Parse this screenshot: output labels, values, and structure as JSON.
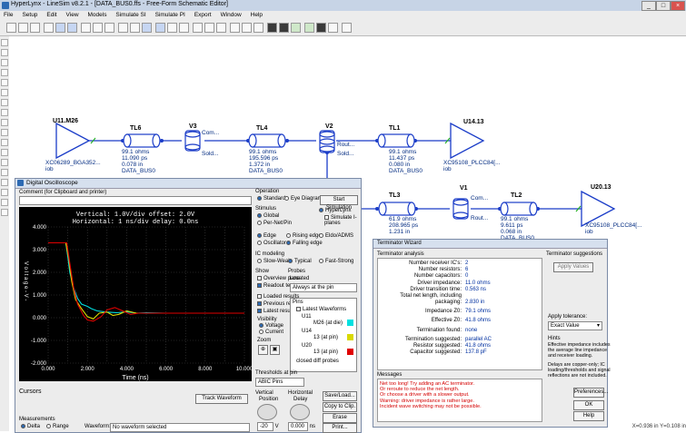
{
  "window": {
    "title": "HyperLynx - LineSim v8.2.1 - [DATA_BUS0.ffs - Free-Form Schematic Editor]",
    "min": "_",
    "max": "□",
    "close": "×"
  },
  "menu": [
    "File",
    "Setup",
    "Edit",
    "View",
    "Models",
    "Simulate SI",
    "Simulate PI",
    "Export",
    "Window",
    "Help"
  ],
  "schematic": {
    "components": [
      {
        "ref": "U11.M26",
        "model": "XC06289_BGA352...",
        "pkg": "iob"
      },
      {
        "ref": "U14.13",
        "model": "XC95108_PLCC84[...",
        "pkg": "iob"
      },
      {
        "ref": "U20.13",
        "model": "XC95108_PLCC84[...",
        "pkg": "iob"
      }
    ],
    "lines": [
      {
        "ref": "TL6",
        "z": "99.1 ohms",
        "delay": "11.090 ps",
        "len": "0.078 in",
        "net": "DATA_BUS0"
      },
      {
        "ref": "TL4",
        "z": "99.1 ohms",
        "delay": "195.596 ps",
        "len": "1.372 in",
        "net": "DATA_BUS0"
      },
      {
        "ref": "TL1",
        "z": "99.1 ohms",
        "delay": "11.437 ps",
        "len": "0.080 in",
        "net": "DATA_BUS0"
      },
      {
        "ref": "TL3",
        "z": "61.9 ohms",
        "delay": "208.965 ps",
        "len": "1.231 in",
        "net": "DATA_BUS0"
      },
      {
        "ref": "TL2",
        "z": "99.1 ohms",
        "delay": "9.611 ps",
        "len": "0.068 in",
        "net": "DATA_BUS0"
      }
    ],
    "vias": [
      {
        "ref": "V3",
        "a": "Com...",
        "b": "Sold..."
      },
      {
        "ref": "V2",
        "a": "Rout...",
        "b": "Sold..."
      },
      {
        "ref": "V1",
        "a": "Com...",
        "b": "Rout..."
      }
    ]
  },
  "scope": {
    "title": "Digital Oscilloscope",
    "comment_label": "Comment (for Clipboard and printer)",
    "header1": "Vertical: 1.0V/div  offset: 2.0V",
    "header2": "Horizontal: 1 ns/div  delay: 0.0ns",
    "ylabel": "V o l t a g e - V -",
    "xlabel": "Time (ns)",
    "operation_label": "Operation",
    "op_standard": "Standard",
    "op_eye": "Eye Diagram",
    "start_sim": "Start Simulation",
    "stimulus_label": "Stimulus",
    "global": "Global",
    "pernet": "Per-Net/Pin",
    "hyperlynx": "HyperLynx",
    "simulate_ipn": "Simulate I-planes",
    "edge": "Edge",
    "oscillator": "Oscillator",
    "rising": "Rising edge",
    "falling": "Falling edge",
    "eldo": "Eldo/ADMS",
    "ic_label": "IC modeling",
    "slow": "Slow-Weak",
    "typical": "Typical",
    "fast": "Fast-Strong",
    "show_label": "Show",
    "overview": "Overview pane",
    "readout": "Readout text",
    "probes_label": "Probes",
    "located": "Located",
    "located_val": "Always at the pin",
    "loaded": "Loaded results",
    "previous": "Previous results",
    "latest": "Latest results",
    "visibility": "Visibility",
    "voltage": "Voltage",
    "current": "Current",
    "zoom": "Zoom",
    "pins_col": "Pins",
    "latest_waveforms": "Latest Waveforms",
    "probe_items": [
      {
        "name": "U11",
        "pin": "M26 (at die)"
      },
      {
        "name": "U14",
        "pin": "13 (at pin)"
      },
      {
        "name": "U20",
        "pin": "13 (at pin)"
      }
    ],
    "closed_diff": "closed diff probes",
    "threshold_label": "Thresholds at pin",
    "threshold_val": "ABIC Pins",
    "cursors": "Cursors",
    "track_waveform": "Track Waveform",
    "measurements": "Measurements",
    "meas_delta": "Delta",
    "meas_range": "Range",
    "waveform_label": "Waveform:",
    "waveform_val": "No waveform selected",
    "vertical": "Vertical",
    "position": "Position",
    "vert_val": "-20",
    "vert_unit": "V",
    "horizontal": "Horizontal",
    "delay": "Delay",
    "horiz_val": "0.000",
    "horiz_unit": "ns",
    "save_load": "Save/Load...",
    "copy_clip": "Copy to Clip.",
    "erase": "Erase",
    "print": "Print...",
    "colors": {
      "u11": "#00e0e0",
      "u14": "#d9d900",
      "u20": "#e00000"
    }
  },
  "chart_data": {
    "type": "line",
    "title": "Vertical: 1.0V/div  offset: 2.0V",
    "subtitle": "Horizontal: 1 ns/div  delay: 0.0ns",
    "xlabel": "Time (ns)",
    "ylabel": "V o l t a g e - V -",
    "xlim": [
      0,
      10
    ],
    "ylim": [
      -2,
      4
    ],
    "xticks": [
      "0.000",
      "2.000",
      "4.000",
      "6.000",
      "8.000",
      "10.000"
    ],
    "yticks": [
      "4.000",
      "3.000",
      "2.000",
      "1.000",
      "0.000",
      "-1.000",
      "-2.000"
    ],
    "grid": true,
    "series": [
      {
        "color": "#00e0e0",
        "x": [
          0,
          0.5,
          0.9,
          1.0,
          1.1,
          1.3,
          1.5,
          1.7,
          2.0,
          2.2,
          2.5,
          3.0,
          3.5,
          4.0,
          4.5,
          5,
          6,
          7,
          8,
          9,
          10
        ],
        "y": [
          3.3,
          3.3,
          3.3,
          2.7,
          2.0,
          1.3,
          0.85,
          0.6,
          0.5,
          0.4,
          0.3,
          0.25,
          0.22,
          0.26,
          0.2,
          0.22,
          0.2,
          0.2,
          0.2,
          0.2,
          0.2
        ]
      },
      {
        "color": "#d9d900",
        "x": [
          0,
          0.9,
          1.05,
          1.2,
          1.4,
          1.7,
          2.0,
          2.3,
          2.6,
          3.0,
          3.3,
          3.6,
          4.0,
          4.5,
          5,
          6,
          7,
          8,
          9,
          10
        ],
        "y": [
          3.3,
          3.3,
          2.6,
          1.6,
          0.8,
          0.4,
          0.05,
          -0.05,
          0.2,
          0.25,
          0.1,
          0.15,
          0.3,
          0.2,
          0.2,
          0.2,
          0.2,
          0.2,
          0.2,
          0.2
        ]
      },
      {
        "color": "#e00000",
        "x": [
          0,
          0.95,
          1.1,
          1.3,
          1.5,
          1.8,
          2.0,
          2.3,
          2.7,
          3.0,
          3.4,
          3.8,
          4.2,
          4.6,
          5,
          6,
          7,
          8,
          9,
          10
        ],
        "y": [
          3.3,
          3.3,
          2.4,
          1.3,
          0.6,
          0.1,
          -0.1,
          -0.15,
          0.05,
          0.35,
          0.45,
          0.3,
          0.15,
          0.2,
          0.2,
          0.2,
          0.2,
          0.2,
          0.2,
          0.2
        ]
      }
    ]
  },
  "wizard": {
    "title": "Terminator Wizard",
    "analysis_label": "Terminator analysis",
    "rows": [
      {
        "k": "Number receiver IC's:",
        "v": "2"
      },
      {
        "k": "Number resistors:",
        "v": "6"
      },
      {
        "k": "Number capacitors:",
        "v": "0"
      },
      {
        "k": "Driver impedance:",
        "v": "11.0 ohms"
      },
      {
        "k": "Driver transition time:",
        "v": "0.563 ns"
      },
      {
        "k": "Total net length, including",
        "v": ""
      },
      {
        "k": "packaging:",
        "v": "2.830 in"
      },
      {
        "k": "Impedance Z0:",
        "v": "79.1 ohms"
      },
      {
        "k": "Effective Z0:",
        "v": "41.8 ohms"
      },
      {
        "k": "Termination found:",
        "v": "none"
      },
      {
        "k": "Termination suggested:",
        "v": "parallel AC"
      },
      {
        "k": "Resistor suggested:",
        "v": "41.8 ohms"
      },
      {
        "k": "Capacitor suggested:",
        "v": "137.8 pF"
      }
    ],
    "suggestions_label": "Terminator suggestions",
    "apply_values": "Apply Values",
    "apply_tolerance": "Apply tolerance:",
    "tolerance_val": "Exact Value",
    "hints_label": "Hints",
    "hints": [
      "Effective impedance includes",
      "the average line impedance",
      "and receiver loading.",
      "",
      "Delays are copper-only; IC",
      "loading/thresholds and signal",
      "reflections are not included."
    ],
    "messages_label": "Messages",
    "messages": [
      "Net too long!  Try adding an AC terminator.",
      "Or reroute to reduce the net length.",
      "Or choose a driver with a slower output.",
      "Warning: driver impedance is rather large.",
      "Incident wave switching may not be possible."
    ],
    "preferences": "Preferences...",
    "ok": "OK",
    "help": "Help"
  },
  "status": {
    "coords": "X=0.936 in  Y=0.108 in"
  }
}
